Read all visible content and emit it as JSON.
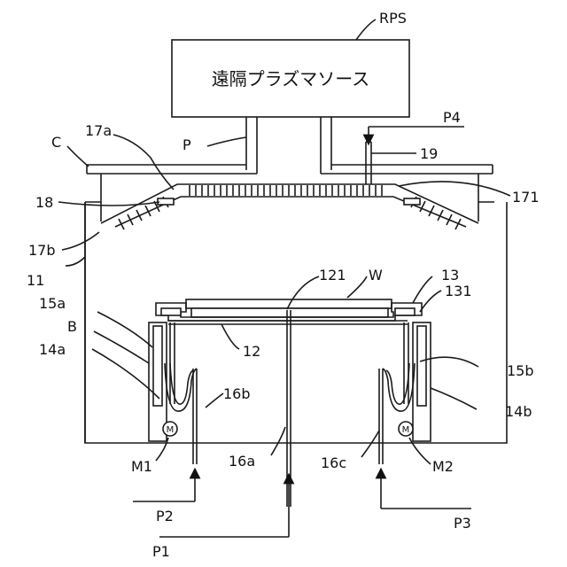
{
  "rps_box": {
    "text": "遠隔プラズマソース"
  },
  "labels": {
    "rps": "RPS",
    "p": "P",
    "p4": "P4",
    "c": "C",
    "l17a": "17a",
    "l19": "19",
    "l18": "18",
    "l171": "171",
    "l17b": "17b",
    "l11": "11",
    "l121": "121",
    "w": "W",
    "l13": "13",
    "l131": "131",
    "l15a": "15a",
    "b": "B",
    "l12": "12",
    "l14a": "14a",
    "l15b": "15b",
    "l16b": "16b",
    "l14b": "14b",
    "m1": "M1",
    "l16a": "16a",
    "l16c": "16c",
    "m2": "M2",
    "p2": "P2",
    "p3": "P3",
    "p1": "P1",
    "motor": "M"
  }
}
